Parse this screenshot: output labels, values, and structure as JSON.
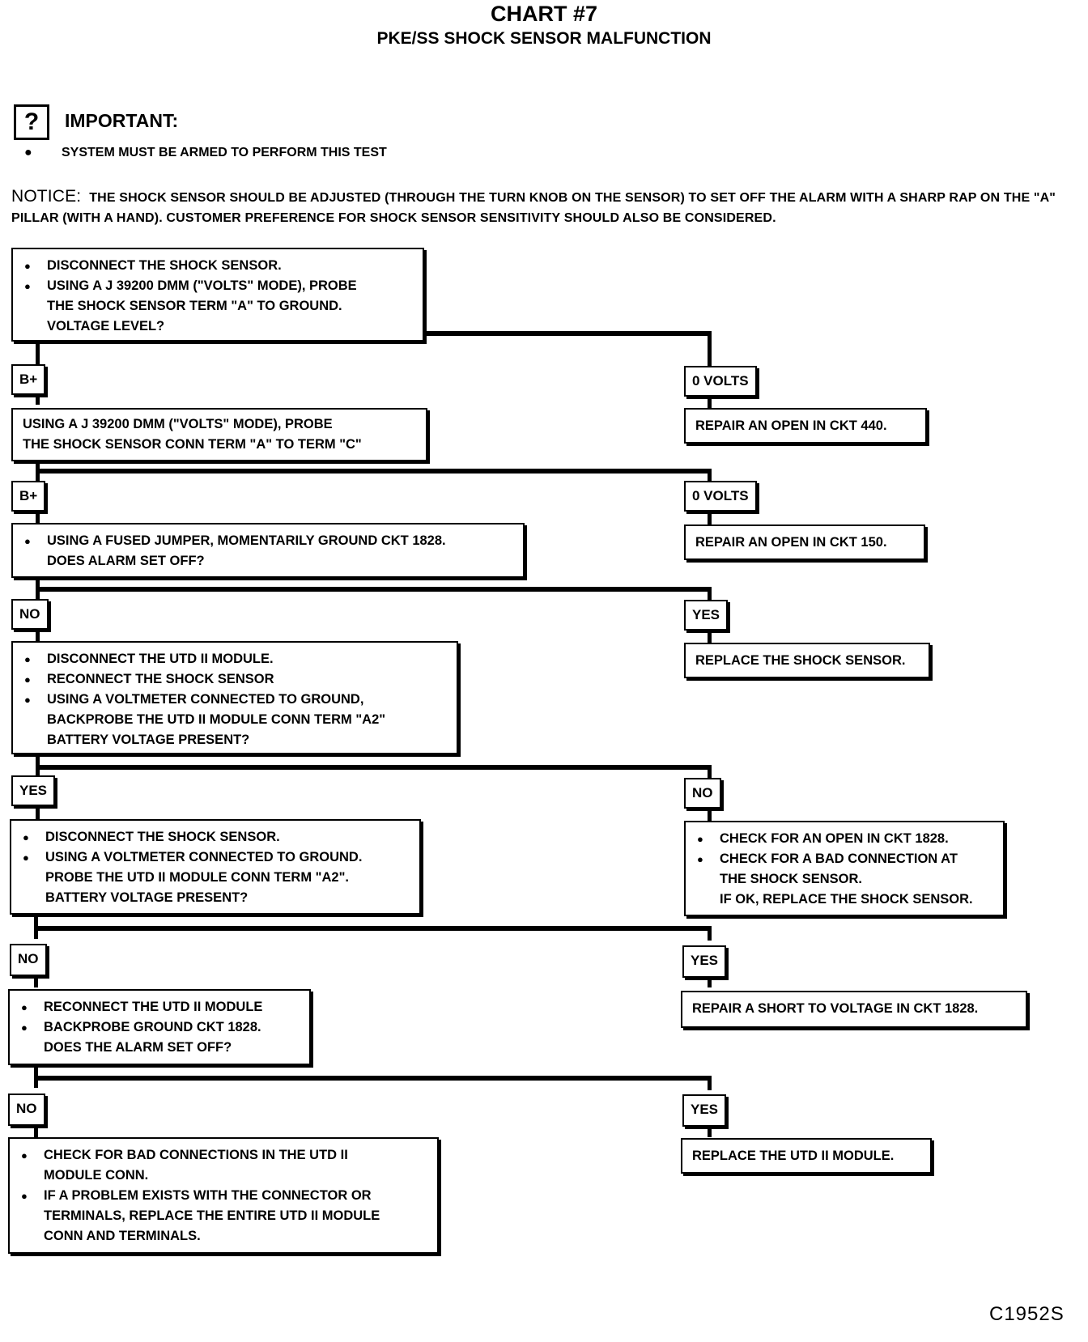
{
  "header": {
    "title": "CHART #7",
    "subtitle": "PKE/SS SHOCK SENSOR MALFUNCTION"
  },
  "important": {
    "icon": "?",
    "label": "IMPORTANT:",
    "items": [
      "SYSTEM MUST BE ARMED TO PERFORM THIS TEST"
    ]
  },
  "notice": {
    "label": "NOTICE:",
    "text": "THE SHOCK SENSOR SHOULD BE ADJUSTED (THROUGH THE TURN KNOB ON THE SENSOR) TO SET OFF THE ALARM WITH A SHARP RAP ON THE \"A\" PILLAR (WITH A HAND). CUSTOMER PREFERENCE FOR SHOCK SENSOR SENSITIVITY SHOULD ALSO BE CONSIDERED."
  },
  "flow": {
    "step1": {
      "bullets": [
        "DISCONNECT THE SHOCK SENSOR.",
        "USING A J 39200 DMM (\"VOLTS\" MODE), PROBE"
      ],
      "lines": [
        "THE SHOCK SENSOR TERM \"A\" TO GROUND.",
        "VOLTAGE LEVEL?"
      ]
    },
    "branch1": {
      "left": "B+",
      "right": "0 VOLTS"
    },
    "result1_right": "REPAIR AN OPEN IN CKT 440.",
    "step2": {
      "lines": [
        "USING A J 39200 DMM (\"VOLTS\" MODE), PROBE",
        "THE SHOCK SENSOR CONN TERM \"A\" TO TERM \"C\""
      ]
    },
    "branch2": {
      "left": "B+",
      "right": "0 VOLTS"
    },
    "result2_right": "REPAIR AN OPEN IN CKT 150.",
    "step3": {
      "bullets": [
        "USING A FUSED JUMPER, MOMENTARILY GROUND CKT 1828."
      ],
      "lines": [
        "DOES ALARM SET OFF?"
      ]
    },
    "branch3": {
      "left": "NO",
      "right": "YES"
    },
    "result3_right": "REPLACE THE SHOCK SENSOR.",
    "step4": {
      "bullets": [
        "DISCONNECT THE UTD II MODULE.",
        "RECONNECT THE SHOCK SENSOR",
        "USING A VOLTMETER CONNECTED TO GROUND,"
      ],
      "lines": [
        "BACKPROBE THE UTD II MODULE CONN TERM \"A2\"",
        "BATTERY VOLTAGE PRESENT?"
      ]
    },
    "branch4": {
      "left": "YES",
      "right": "NO"
    },
    "step5": {
      "bullets": [
        "DISCONNECT THE SHOCK SENSOR.",
        "USING A VOLTMETER CONNECTED TO GROUND."
      ],
      "lines": [
        "PROBE THE UTD II MODULE CONN TERM \"A2\".",
        "BATTERY VOLTAGE PRESENT?"
      ]
    },
    "result4_right": {
      "bullets": [
        "CHECK FOR AN OPEN IN CKT 1828.",
        "CHECK FOR A BAD CONNECTION AT"
      ],
      "lines": [
        "THE SHOCK SENSOR.",
        "IF OK, REPLACE THE SHOCK SENSOR."
      ]
    },
    "branch5": {
      "left": "NO",
      "right": "YES"
    },
    "result5_right": "REPAIR A SHORT TO VOLTAGE IN CKT 1828.",
    "step6": {
      "bullets": [
        "RECONNECT THE UTD II MODULE",
        "BACKPROBE GROUND CKT 1828."
      ],
      "lines": [
        "DOES THE ALARM SET OFF?"
      ]
    },
    "branch6": {
      "left": "NO",
      "right": "YES"
    },
    "step7": {
      "bullet1": "CHECK FOR BAD CONNECTIONS IN THE UTD II",
      "line1": "MODULE CONN.",
      "bullet2": "IF A PROBLEM EXISTS WITH THE CONNECTOR OR",
      "lines2": [
        "TERMINALS, REPLACE THE ENTIRE UTD II MODULE",
        "CONN AND TERMINALS."
      ]
    },
    "result6_right": "REPLACE THE UTD II MODULE."
  },
  "figure_code": "C1952S"
}
